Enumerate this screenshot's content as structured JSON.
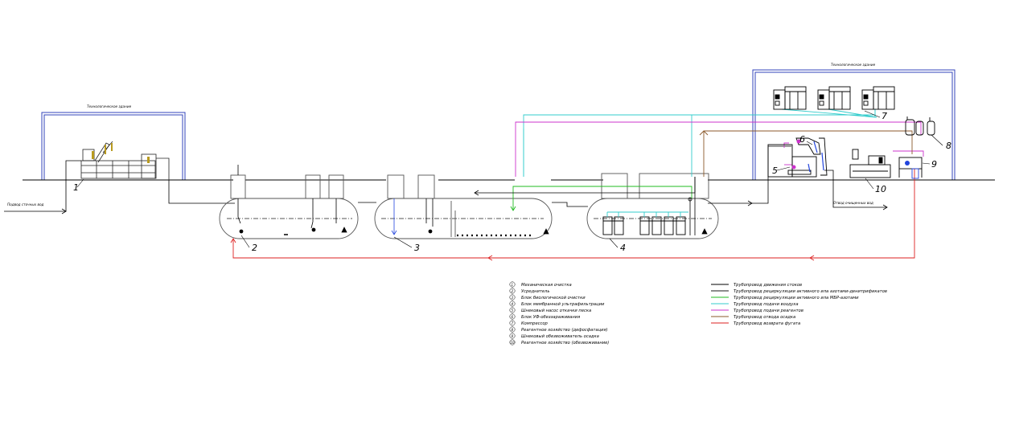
{
  "buildings": {
    "left_title": "Технологическое здание",
    "right_title": "Технологическое здание"
  },
  "flow_labels": {
    "inlet": "Подвод сточных вод",
    "outlet": "Отвод очищенных вод"
  },
  "unit_numbers": [
    "1",
    "2",
    "3",
    "4",
    "5",
    "6",
    "7",
    "8",
    "9",
    "10"
  ],
  "legend_units": [
    {
      "no": "1",
      "text": "Механическая очистка"
    },
    {
      "no": "2",
      "text": "Усреднитель"
    },
    {
      "no": "3",
      "text": "Блок биологической очистки"
    },
    {
      "no": "4",
      "text": "Блок мембранной ультрафильтрации"
    },
    {
      "no": "5",
      "text": "Шнековый насос откачки песка"
    },
    {
      "no": "6",
      "text": "Блок УФ-обеззараживания"
    },
    {
      "no": "7",
      "text": "Компрессор"
    },
    {
      "no": "8",
      "text": "Реагентное хозяйство (дефосфатация)"
    },
    {
      "no": "9",
      "text": "Шнековый обезвоживатель осадка"
    },
    {
      "no": "10",
      "text": "Реагентное хозяйство (обезвоживание)"
    }
  ],
  "legend_lines": [
    {
      "color": "#000000",
      "text": "Трубопровод движения стоков"
    },
    {
      "color": "#1a1a1a",
      "text": "Трубопровод рециркуляции активного ила азотами-денитрификатов"
    },
    {
      "color": "#22bb22",
      "text": "Трубопровод рециркуляции активного ила МБР-азотами"
    },
    {
      "color": "#33cccc",
      "text": "Трубопровод подачи воздуха"
    },
    {
      "color": "#cc33cc",
      "text": "Трубопровод подачи реагентов"
    },
    {
      "color": "#8b5a2b",
      "text": "Трубопровод отвода осадка"
    },
    {
      "color": "#dd2222",
      "text": "Трубопровод возврата фугата"
    }
  ],
  "colors": {
    "line": "#000000",
    "green": "#22bb22",
    "cyan": "#33cccc",
    "magenta": "#cc33cc",
    "brown": "#8b5a2b",
    "red": "#dd2222",
    "blue": "#2244dd",
    "outline": "#555555",
    "building": "#3344bb"
  }
}
